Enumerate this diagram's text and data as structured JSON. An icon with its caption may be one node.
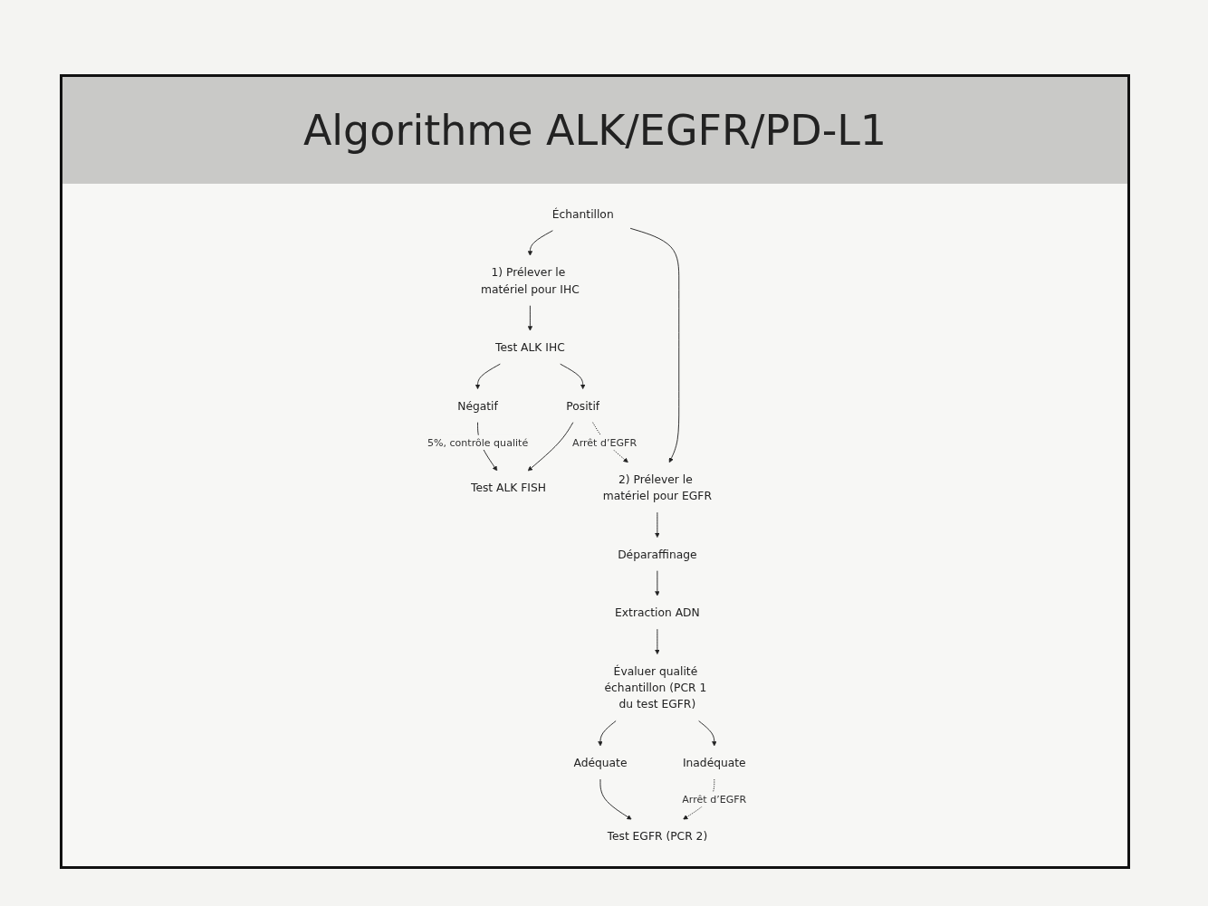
{
  "diagram": {
    "title": "Algorithme ALK/EGFR/PD-L1",
    "nodes": [
      {
        "text": [
          "Échantillon"
        ]
      },
      {
        "text": [
          "1) Prélever le matériel pour IHC"
        ]
      },
      {
        "text": [
          "2) Prélever le matériel pour EGFR"
        ]
      },
      {
        "text": [
          "Test ALK IHC"
        ]
      },
      {
        "text": [
          "Négatif"
        ]
      },
      {
        "text": [
          "Positif"
        ]
      },
      {
        "text": [
          "Test ALK FISH"
        ]
      },
      {
        "text": [
          "Déparaffinage"
        ]
      },
      {
        "text": [
          "Extraction ADN"
        ]
      },
      {
        "text": [
          "Évaluer qualité échantillon (PCR 1 du test EGFR)"
        ]
      },
      {
        "text": [
          "Adéquate"
        ]
      },
      {
        "text": [
          "Inadéquate"
        ]
      },
      {
        "text": [
          "Test EGFR (PCR 2)"
        ]
      }
    ],
    "edges": [
      {
        "from": 0,
        "to": 1,
        "arrow": "to"
      },
      {
        "from": 0,
        "to": 2,
        "arrow": "to"
      },
      {
        "from": 1,
        "to": 3,
        "arrow": "to"
      },
      {
        "from": 3,
        "to": 4,
        "arrow": "to"
      },
      {
        "from": 3,
        "to": 5,
        "arrow": "to"
      },
      {
        "from": 4,
        "to": 6,
        "arrow": "to",
        "label": "5%, contrôle qualité"
      },
      {
        "from": 5,
        "to": 6,
        "arrow": "to"
      },
      {
        "from": 5,
        "to": 2,
        "arrow": "to",
        "label": "Arrêt d’EGFR",
        "style": "dashed"
      },
      {
        "from": 2,
        "to": 7,
        "arrow": "to"
      },
      {
        "from": 7,
        "to": 8,
        "arrow": "to"
      },
      {
        "from": 8,
        "to": 9,
        "arrow": "to"
      },
      {
        "from": 9,
        "to": 10,
        "arrow": "to"
      },
      {
        "from": 9,
        "to": 11,
        "arrow": "to"
      },
      {
        "from": 10,
        "to": 12,
        "arrow": "to"
      },
      {
        "from": 11,
        "to": 12,
        "arrow": "to",
        "label": "Arrêt d’EGFR",
        "style": "dashed"
      }
    ]
  }
}
